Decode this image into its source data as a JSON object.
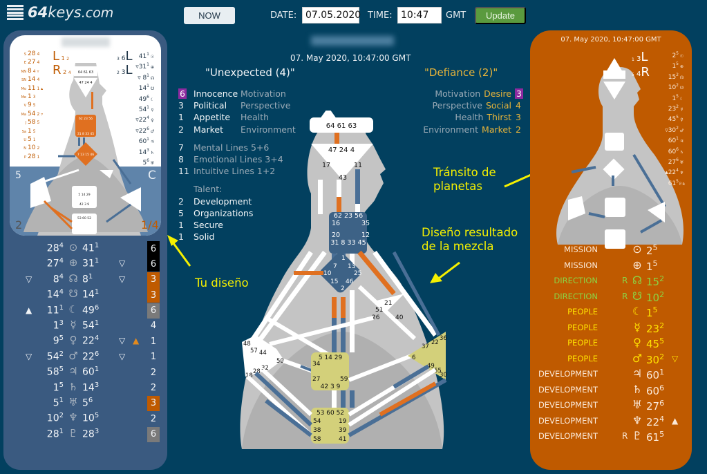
{
  "header": {
    "logo_bold": "64",
    "logo_rest": "keys",
    "logo_suffix": ".com",
    "now_label": "NOW",
    "date_label": "DATE:",
    "date_value": "07.05.2020",
    "time_label": "TIME:",
    "time_value": "10:47",
    "tz_label": "GMT",
    "update_label": "Update"
  },
  "center": {
    "date_text": "07. May 2020, 10:47:00 GMT",
    "profile_left": "\"Unexpected (4)\"",
    "profile_right": "\"Defiance (2)\"",
    "variables_left": [
      {
        "num": "6",
        "word": "Innocence",
        "meta": "Motivation",
        "highlight": true
      },
      {
        "num": "3",
        "word": "Political",
        "meta": "Perspective"
      },
      {
        "num": "1",
        "word": "Appetite",
        "meta": "Health"
      },
      {
        "num": "2",
        "word": "Market",
        "meta": "Environment"
      }
    ],
    "lines": [
      {
        "num": "7",
        "text": "Mental Lines 5+6"
      },
      {
        "num": "8",
        "text": "Emotional Lines 3+4"
      },
      {
        "num": "11",
        "text": "Intuitive Lines 1+2"
      }
    ],
    "talent_label": "Talent:",
    "talents": [
      {
        "num": "2",
        "text": "Development"
      },
      {
        "num": "5",
        "text": "Organizations"
      },
      {
        "num": "1",
        "text": "Secure"
      },
      {
        "num": "1",
        "text": "Solid"
      }
    ],
    "variables_right": [
      {
        "meta": "Motivation",
        "word": "Desire",
        "num": "3",
        "highlight": true
      },
      {
        "meta": "Perspective",
        "word": "Social",
        "num": "4"
      },
      {
        "meta": "Health",
        "word": "Thirst",
        "num": "3"
      },
      {
        "meta": "Environment",
        "word": "Market",
        "num": "2"
      }
    ],
    "bodygraph": {
      "head": "64 61 63",
      "ajna": [
        "47 24 4",
        "17",
        "11",
        "43"
      ],
      "throat": [
        "62 23 56",
        "16",
        "35",
        "20",
        "12",
        "31 8 33 45"
      ],
      "g": [
        "1",
        "7",
        "13",
        "10",
        "25",
        "15",
        "46",
        "2"
      ],
      "ego": [
        "21",
        "51",
        "26",
        "40"
      ],
      "spleen": [
        "48",
        "57",
        "44",
        "50",
        "32",
        "28",
        "18"
      ],
      "sacral": [
        "5 14 29",
        "34",
        "27",
        "59",
        "42 3 9"
      ],
      "solar": [
        "36",
        "22",
        "37",
        "6",
        "49",
        "55",
        "30"
      ],
      "root": [
        "53 60 52",
        "54",
        "19",
        "38",
        "39",
        "58",
        "41"
      ]
    }
  },
  "annotations": {
    "tu_diseno": "Tu diseño",
    "transito_1": "Tránsito de",
    "transito_2": "planetas",
    "mezcla_1": "Diseño resultado",
    "mezcla_2": "de la mezcla"
  },
  "left_panel": {
    "name_blurred": true,
    "design_col": [
      {
        "k": "S",
        "v": "28",
        "l": "4"
      },
      {
        "k": "E",
        "v": "27",
        "l": "4"
      },
      {
        "k": "NN",
        "v": "8",
        "l": "4 ▿"
      },
      {
        "k": "SN",
        "v": "14",
        "l": "4"
      },
      {
        "k": "Mo",
        "v": "11",
        "l": "1 ▴"
      },
      {
        "k": "Me",
        "v": "1",
        "l": "3"
      },
      {
        "k": "V",
        "v": "9",
        "l": "5"
      },
      {
        "k": "Ma",
        "v": "54",
        "l": "2 ▿"
      },
      {
        "k": "J",
        "v": "58",
        "l": "5"
      },
      {
        "k": "Sa",
        "v": "1",
        "l": "5"
      },
      {
        "k": "U",
        "v": "5",
        "l": "1"
      },
      {
        "k": "N",
        "v": "10",
        "l": "2"
      },
      {
        "k": "P",
        "v": "28",
        "l": "1"
      }
    ],
    "personality_col": [
      {
        "v": "41",
        "l": "1",
        "g": "☉"
      },
      {
        "v": "▿31",
        "l": "1",
        "g": "⊕"
      },
      {
        "v": "▿ 8",
        "l": "1",
        "g": "☊"
      },
      {
        "v": "14",
        "l": "1",
        "g": "☋"
      },
      {
        "v": "49",
        "l": "6",
        "g": "☾"
      },
      {
        "v": "54",
        "l": "1",
        "g": "☿"
      },
      {
        "v": "▿22",
        "l": "4",
        "g": "♀"
      },
      {
        "v": "▿22",
        "l": "6",
        "g": "♂"
      },
      {
        "v": "60",
        "l": "1",
        "g": "♃"
      },
      {
        "v": "14",
        "l": "3",
        "g": "♄"
      },
      {
        "v": "5",
        "l": "6",
        "g": "♅"
      },
      {
        "v": "10",
        "l": "5",
        "g": "♆"
      },
      {
        "v": "28",
        "l": "3",
        "g": "♇"
      }
    ],
    "arrow_left_top": {
      "small": "1",
      "tiny": "2",
      "big": "L"
    },
    "arrow_left_bottom": {
      "small": "2",
      "tiny": "4",
      "big": "R"
    },
    "arrow_right_top": {
      "tiny": "3",
      "small": "6",
      "big": "L"
    },
    "arrow_right_bottom": {
      "tiny": "2",
      "small": "3",
      "big": "L"
    },
    "authority_num": "5",
    "authority_letter": "C",
    "definition": "2",
    "profile": "1/4",
    "planets": [
      {
        "tri_l": "",
        "d": "28",
        "dl": "4",
        "glyph": "⊙",
        "glyph_name": "sun-icon",
        "p": "41",
        "pl": "1",
        "tri_r": "",
        "tri_o": "",
        "line": "6",
        "box": "black"
      },
      {
        "tri_l": "",
        "d": "27",
        "dl": "4",
        "glyph": "⊕",
        "glyph_name": "earth-icon",
        "p": "31",
        "pl": "1",
        "tri_r": "▽",
        "tri_o": "",
        "line": "6",
        "box": "black"
      },
      {
        "tri_l": "▽",
        "d": "8",
        "dl": "4",
        "glyph": "☊",
        "glyph_name": "north-node-icon",
        "p": "8",
        "pl": "1",
        "tri_r": "▽",
        "tri_o": "",
        "line": "3",
        "box": "orange"
      },
      {
        "tri_l": "",
        "d": "14",
        "dl": "4",
        "glyph": "☋",
        "glyph_name": "south-node-icon",
        "p": "14",
        "pl": "1",
        "tri_r": "",
        "tri_o": "",
        "line": "3",
        "box": "orange"
      },
      {
        "tri_l": "▲",
        "d": "11",
        "dl": "1",
        "glyph": "☾",
        "glyph_name": "moon-icon",
        "p": "49",
        "pl": "6",
        "tri_r": "",
        "tri_o": "",
        "line": "6",
        "box": "gray"
      },
      {
        "tri_l": "",
        "d": "1",
        "dl": "3",
        "glyph": "☿",
        "glyph_name": "mercury-icon",
        "p": "54",
        "pl": "1",
        "tri_r": "",
        "tri_o": "",
        "line": "4",
        "box": "none"
      },
      {
        "tri_l": "",
        "d": "9",
        "dl": "5",
        "glyph": "♀",
        "glyph_name": "venus-icon",
        "p": "22",
        "pl": "4",
        "tri_r": "▽",
        "tri_o": "▲",
        "line": "1",
        "box": "none"
      },
      {
        "tri_l": "▽",
        "d": "54",
        "dl": "2",
        "glyph": "♂",
        "glyph_name": "mars-icon",
        "p": "22",
        "pl": "6",
        "tri_r": "▽",
        "tri_o": "",
        "line": "1",
        "box": "none"
      },
      {
        "tri_l": "",
        "d": "58",
        "dl": "5",
        "glyph": "♃",
        "glyph_name": "jupiter-icon",
        "p": "60",
        "pl": "1",
        "tri_r": "",
        "tri_o": "",
        "line": "2",
        "box": "none"
      },
      {
        "tri_l": "",
        "d": "1",
        "dl": "5",
        "glyph": "♄",
        "glyph_name": "saturn-icon",
        "p": "14",
        "pl": "3",
        "tri_r": "",
        "tri_o": "",
        "line": "2",
        "box": "none"
      },
      {
        "tri_l": "",
        "d": "5",
        "dl": "1",
        "glyph": "♅",
        "glyph_name": "uranus-icon",
        "p": "5",
        "pl": "6",
        "tri_r": "",
        "tri_o": "",
        "line": "3",
        "box": "orange"
      },
      {
        "tri_l": "",
        "d": "10",
        "dl": "2",
        "glyph": "♆",
        "glyph_name": "neptune-icon",
        "p": "10",
        "pl": "5",
        "tri_r": "",
        "tri_o": "",
        "line": "2",
        "box": "none"
      },
      {
        "tri_l": "",
        "d": "28",
        "dl": "1",
        "glyph": "♇",
        "glyph_name": "pluto-icon",
        "p": "28",
        "pl": "3",
        "tri_r": "",
        "tri_o": "",
        "line": "6",
        "box": "gray"
      }
    ]
  },
  "right_panel": {
    "date_text": "07. May 2020, 10:47:00 GMT",
    "arrow_top": {
      "tiny": "1",
      "small": "3",
      "big": "L"
    },
    "arrow_bottom": {
      "tiny": "5",
      "small": "4",
      "big": "R"
    },
    "transit_col": [
      {
        "v": "2",
        "l": "5",
        "g": "☉"
      },
      {
        "v": "1",
        "l": "5",
        "g": "⊕"
      },
      {
        "v": "15",
        "l": "2",
        "g": "☊"
      },
      {
        "v": "10",
        "l": "2",
        "g": "☋"
      },
      {
        "v": "1",
        "l": "5",
        "g": "☾"
      },
      {
        "v": "23",
        "l": "2",
        "g": "☿"
      },
      {
        "v": "45",
        "l": "5",
        "g": "♀"
      },
      {
        "v": "▿30",
        "l": "2",
        "g": "♂"
      },
      {
        "v": "60",
        "l": "1",
        "g": "♃"
      },
      {
        "v": "60",
        "l": "6",
        "g": "♄"
      },
      {
        "v": "27",
        "l": "6",
        "g": "♅"
      },
      {
        "v": "▴22",
        "l": "4",
        "g": "♆"
      },
      {
        "v": "61",
        "l": "5",
        "g": "♇ʀ"
      }
    ],
    "planets": [
      {
        "cat": "MISSION",
        "color": "white",
        "r": "",
        "glyph": "⊙",
        "glyph_name": "sun-icon",
        "gate": "2",
        "line": "5",
        "tri": ""
      },
      {
        "cat": "MISSION",
        "color": "white",
        "r": "",
        "glyph": "⊕",
        "glyph_name": "earth-icon",
        "gate": "1",
        "line": "5",
        "tri": ""
      },
      {
        "cat": "DIRECTION",
        "color": "green",
        "r": "R",
        "glyph": "☊",
        "glyph_name": "north-node-icon",
        "gate": "15",
        "line": "2",
        "tri": ""
      },
      {
        "cat": "DIRECTION",
        "color": "green",
        "r": "R",
        "glyph": "☋",
        "glyph_name": "south-node-icon",
        "gate": "10",
        "line": "2",
        "tri": ""
      },
      {
        "cat": "PEOPLE",
        "color": "yellow",
        "r": "",
        "glyph": "☾",
        "glyph_name": "moon-icon",
        "gate": "1",
        "line": "5",
        "tri": ""
      },
      {
        "cat": "PEOPLE",
        "color": "yellow",
        "r": "",
        "glyph": "☿",
        "glyph_name": "mercury-icon",
        "gate": "23",
        "line": "2",
        "tri": ""
      },
      {
        "cat": "PEOPLE",
        "color": "yellow",
        "r": "",
        "glyph": "♀",
        "glyph_name": "venus-icon",
        "gate": "45",
        "line": "5",
        "tri": ""
      },
      {
        "cat": "PEOPLE",
        "color": "yellow",
        "r": "",
        "glyph": "♂",
        "glyph_name": "mars-icon",
        "gate": "30",
        "line": "2",
        "tri": "▽"
      },
      {
        "cat": "DEVELOPMENT",
        "color": "white",
        "r": "",
        "glyph": "♃",
        "glyph_name": "jupiter-icon",
        "gate": "60",
        "line": "1",
        "tri": ""
      },
      {
        "cat": "DEVELOPMENT",
        "color": "white",
        "r": "",
        "glyph": "♄",
        "glyph_name": "saturn-icon",
        "gate": "60",
        "line": "6",
        "tri": ""
      },
      {
        "cat": "DEVELOPMENT",
        "color": "white",
        "r": "",
        "glyph": "♅",
        "glyph_name": "uranus-icon",
        "gate": "27",
        "line": "6",
        "tri": ""
      },
      {
        "cat": "DEVELOPMENT",
        "color": "white",
        "r": "",
        "glyph": "♆",
        "glyph_name": "neptune-icon",
        "gate": "22",
        "line": "4",
        "tri": "▲"
      },
      {
        "cat": "DEVELOPMENT",
        "color": "white",
        "r": "R",
        "glyph": "♇",
        "glyph_name": "pluto-icon",
        "gate": "61",
        "line": "5",
        "tri": ""
      }
    ]
  },
  "colors": {
    "background": "#02405f",
    "design_red": "#e07020",
    "personality_blue": "#4a6f96",
    "transit_orange": "#bf5a00",
    "annotation_yellow": "#f5f000",
    "defined_center_khaki": "#d3d07a",
    "highlight_purple": "#8e2aa0"
  }
}
